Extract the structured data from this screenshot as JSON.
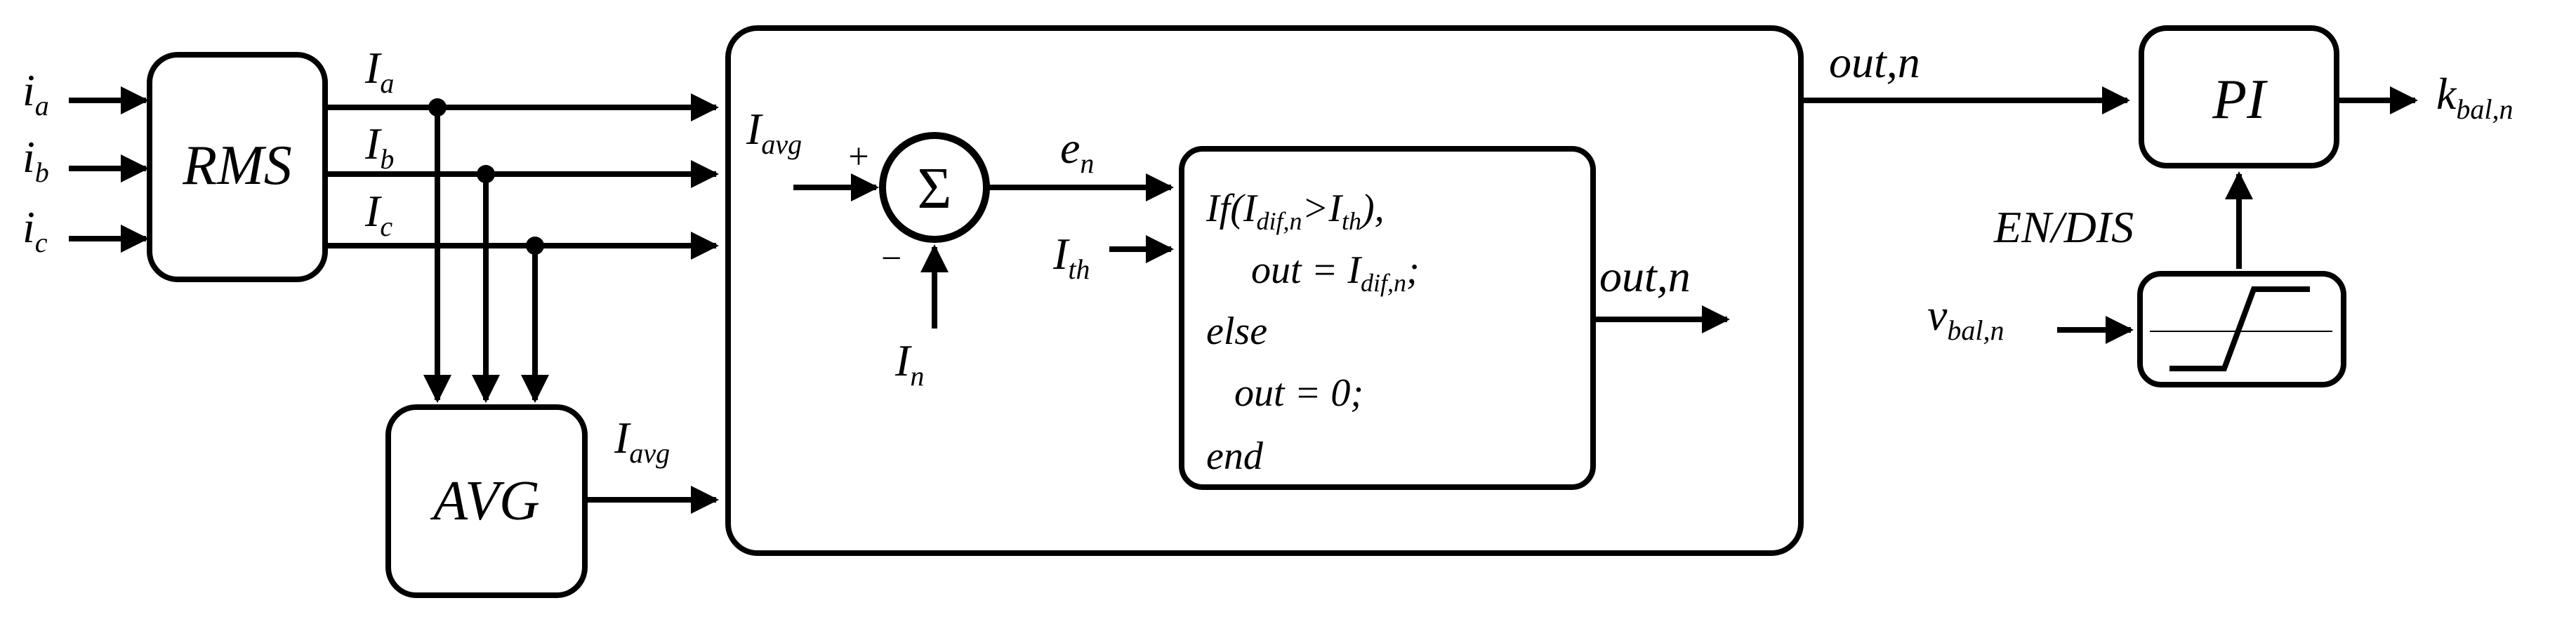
{
  "blocks": {
    "rms": "RMS",
    "avg": "AVG",
    "pi": "PI",
    "sigma": "Σ"
  },
  "inputs": {
    "ia": "i",
    "ia_sub": "a",
    "ib": "i",
    "ib_sub": "b",
    "ic": "i",
    "ic_sub": "c"
  },
  "signals": {
    "Ia": "I",
    "Ia_sub": "a",
    "Ib": "I",
    "Ib_sub": "b",
    "Ic": "I",
    "Ic_sub": "c",
    "Iavg_out": "I",
    "Iavg_out_sub": "avg",
    "Iavg_in": "I",
    "Iavg_in_sub": "avg",
    "plus": "+",
    "minus": "−",
    "In": "I",
    "In_sub": "n",
    "en": "e",
    "en_sub": "n",
    "Ith": "I",
    "Ith_sub": "th",
    "out_inner": "out,n",
    "out_main": "out,n",
    "k": "k",
    "k_sub": "bal,n",
    "en_dis": "EN/DIS",
    "v": "v",
    "v_sub": "bal,n"
  },
  "logic": {
    "line1_a": "If(I",
    "line1_sub1": "dif,n",
    "line1_b": ">I",
    "line1_sub2": "th",
    "line1_c": "),",
    "line2_a": "out = I",
    "line2_sub": "dif,n",
    "line2_b": ";",
    "line3": "else",
    "line4": "out = 0;",
    "line5": "end"
  }
}
